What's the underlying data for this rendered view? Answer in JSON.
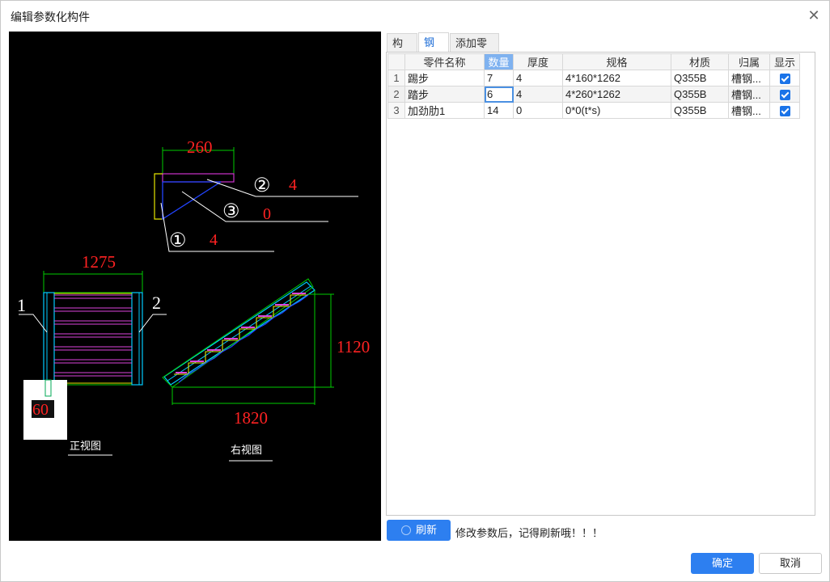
{
  "window": {
    "title": "编辑参数化构件"
  },
  "drawing": {
    "dim_top": "260",
    "dim_width": "1275",
    "dim_height": "1120",
    "dim_base": "1820",
    "dim_60": "60",
    "callout_1_num": "①",
    "callout_1_val": "4",
    "callout_2_num": "②",
    "callout_2_val": "4",
    "callout_3_num": "③",
    "callout_3_val": "0",
    "label_left": "1",
    "label_right": "2",
    "front_view": "正视图",
    "right_view": "右视图"
  },
  "tabs": [
    {
      "label": "构件",
      "active": false
    },
    {
      "label": "钢板",
      "active": true
    },
    {
      "label": "添加零件",
      "active": false
    }
  ],
  "table": {
    "headers": [
      "零件名称",
      "数量",
      "厚度",
      "规格",
      "材质",
      "归属",
      "显示"
    ],
    "rows": [
      {
        "num": "1",
        "name": "踢步",
        "qty": "7",
        "thk": "4",
        "spec": "4*160*1262",
        "mat": "Q355B",
        "owner": "槽钢...",
        "show": true
      },
      {
        "num": "2",
        "name": "踏步",
        "qty": "6",
        "thk": "4",
        "spec": "4*260*1262",
        "mat": "Q355B",
        "owner": "槽钢...",
        "show": true
      },
      {
        "num": "3",
        "name": "加劲肋1",
        "qty": "14",
        "thk": "0",
        "spec": "0*0(t*s)",
        "mat": "Q355B",
        "owner": "槽钢...",
        "show": true
      }
    ]
  },
  "footer": {
    "refresh_label": "刷新",
    "hint": "修改参数后，记得刷新哦！！！",
    "ok_label": "确定",
    "cancel_label": "取消"
  }
}
